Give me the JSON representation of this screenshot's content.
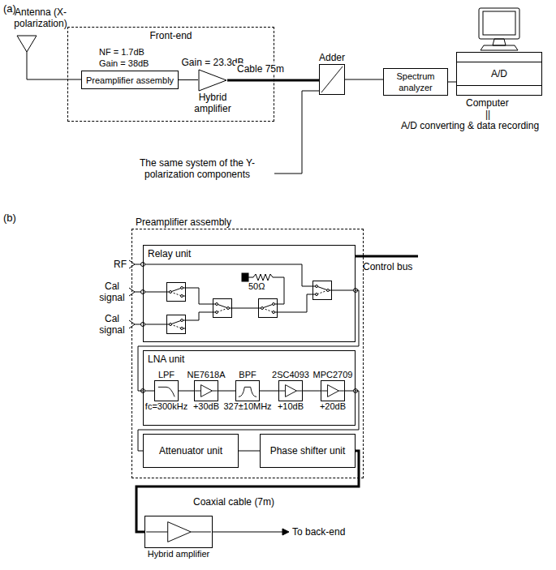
{
  "diagram": {
    "nodes": [
      {
        "text": [
          "Front-end"
        ]
      },
      {
        "text": [
          "Preamplifier assembly"
        ],
        "in": 0
      },
      {
        "text": [
          "Gain = 23.3dB",
          "Hybrid amplifier"
        ],
        "in": 0
      },
      {
        "text": [
          "Adder"
        ]
      },
      {
        "text": [
          "Spectrum analyzer"
        ]
      },
      {
        "text": [
          "A/D"
        ]
      },
      {
        "text": [
          "Preamplifier assembly"
        ]
      },
      {
        "text": [
          "Relay unit"
        ],
        "in": 6
      },
      {
        "text": [
          "LNA unit"
        ],
        "in": 6
      },
      {
        "text": [
          "LPF",
          "fc=300kHz"
        ],
        "in": 8
      },
      {
        "text": [
          "NE7618A",
          "+30dB"
        ],
        "in": 8
      },
      {
        "text": [
          "BPF",
          "327±10MHz"
        ],
        "in": 8
      },
      {
        "text": [
          "2SC4093",
          "+10dB"
        ],
        "in": 8
      },
      {
        "text": [
          "MPC2709",
          "+20dB"
        ],
        "in": 8
      },
      {
        "text": [
          "Attenuator unit"
        ],
        "in": 6
      },
      {
        "text": [
          "Phase shifter unit"
        ],
        "in": 6
      },
      {
        "text": [
          "Hybrid amplifier"
        ]
      }
    ],
    "edges": [
      {
        "from": 1,
        "to": 2,
        "arrow": "none"
      },
      {
        "from": 2,
        "to": 3,
        "label": "Cable 75m",
        "arrow": "none"
      },
      {
        "from": 3,
        "to": 4,
        "arrow": "none"
      },
      {
        "from": 4,
        "to": 5,
        "arrow": "none"
      },
      {
        "from": 7,
        "to": 8,
        "arrow": "none"
      },
      {
        "from": 9,
        "to": 10,
        "arrow": "none"
      },
      {
        "from": 10,
        "to": 11,
        "arrow": "none"
      },
      {
        "from": 11,
        "to": 12,
        "arrow": "none"
      },
      {
        "from": 12,
        "to": 13,
        "arrow": "none"
      },
      {
        "from": 8,
        "to": 14,
        "arrow": "none"
      },
      {
        "from": 14,
        "to": 15,
        "arrow": "none"
      },
      {
        "from": 15,
        "to": 16,
        "label": "Coaxial cable (7m)",
        "arrow": "none"
      }
    ],
    "labels": [
      "(a)",
      "Antenna (X-polarization)",
      "NF = 1.7dB",
      "Gain = 38dB",
      "The same system of the Y-polarization components",
      "Computer",
      "||",
      "A/D converting & data recording",
      "(b)",
      "RF",
      "Cal signal",
      "Cal signal",
      "50Ω",
      "Control bus",
      "To back-end"
    ]
  }
}
